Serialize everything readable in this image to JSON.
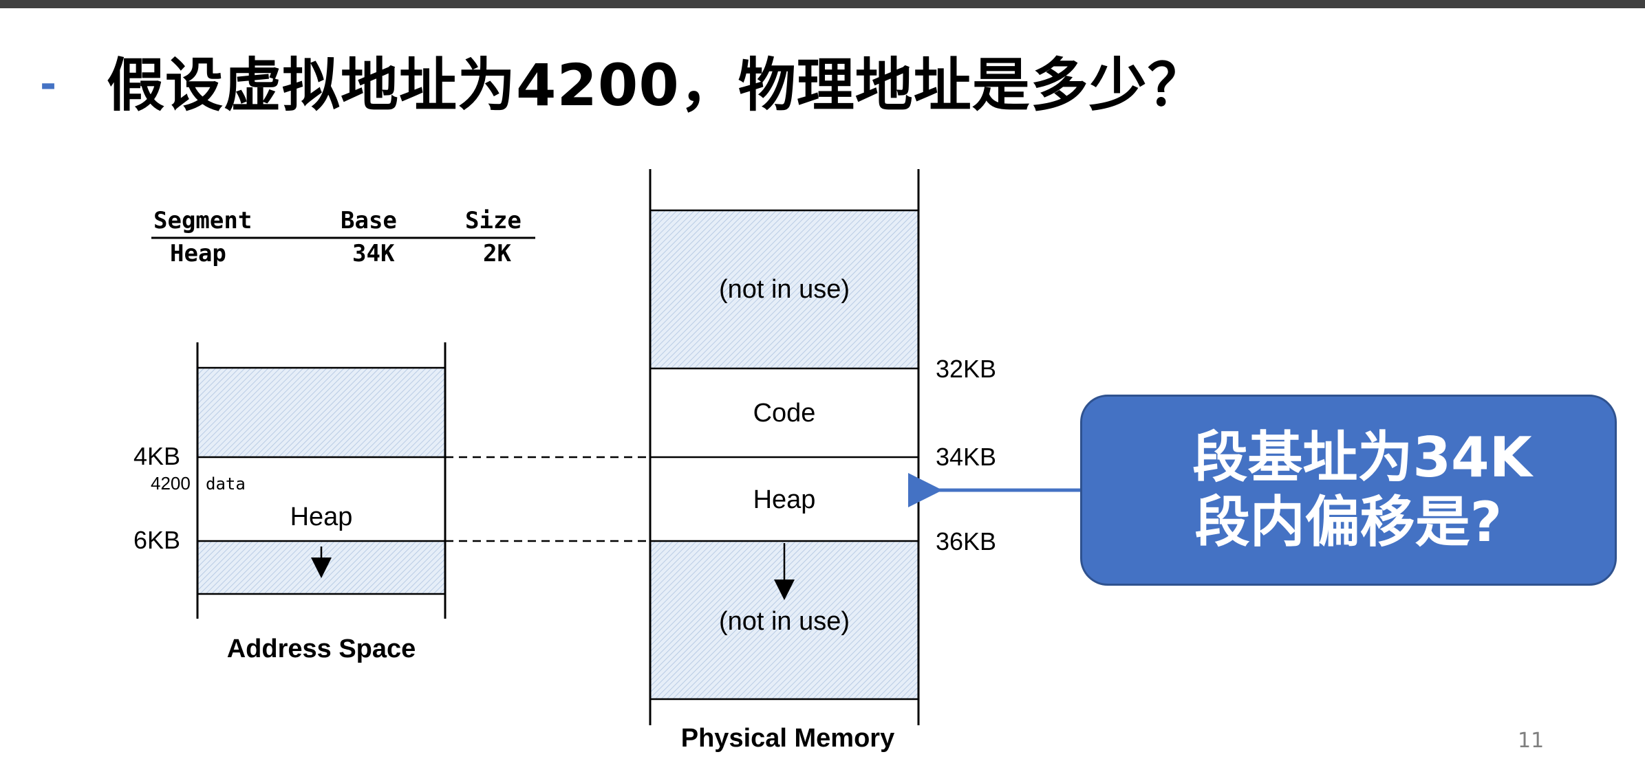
{
  "slide": {
    "bullet": "-",
    "title": "假设虚拟地址为4200，物理地址是多少？",
    "page_number": "11"
  },
  "segment_table": {
    "headers": [
      "Segment",
      "Base",
      "Size"
    ],
    "rows": [
      [
        "Heap",
        "34K",
        "2K"
      ]
    ]
  },
  "address_space": {
    "label": "Address Space",
    "marks": [
      "4KB",
      "6KB"
    ],
    "region_label": "Heap",
    "pointer_value": "4200",
    "pointer_text": "data"
  },
  "physical_memory": {
    "label": "Physical Memory",
    "regions": [
      "(not in use)",
      "Code",
      "Heap",
      "(not in use)"
    ],
    "marks": [
      "32KB",
      "34KB",
      "36KB"
    ]
  },
  "callout": {
    "line1": "段基址为34K",
    "line2": "段内偏移是?"
  },
  "colors": {
    "accent": "#4472c4",
    "hatch": "#dde8f4",
    "topbar": "#404040"
  }
}
